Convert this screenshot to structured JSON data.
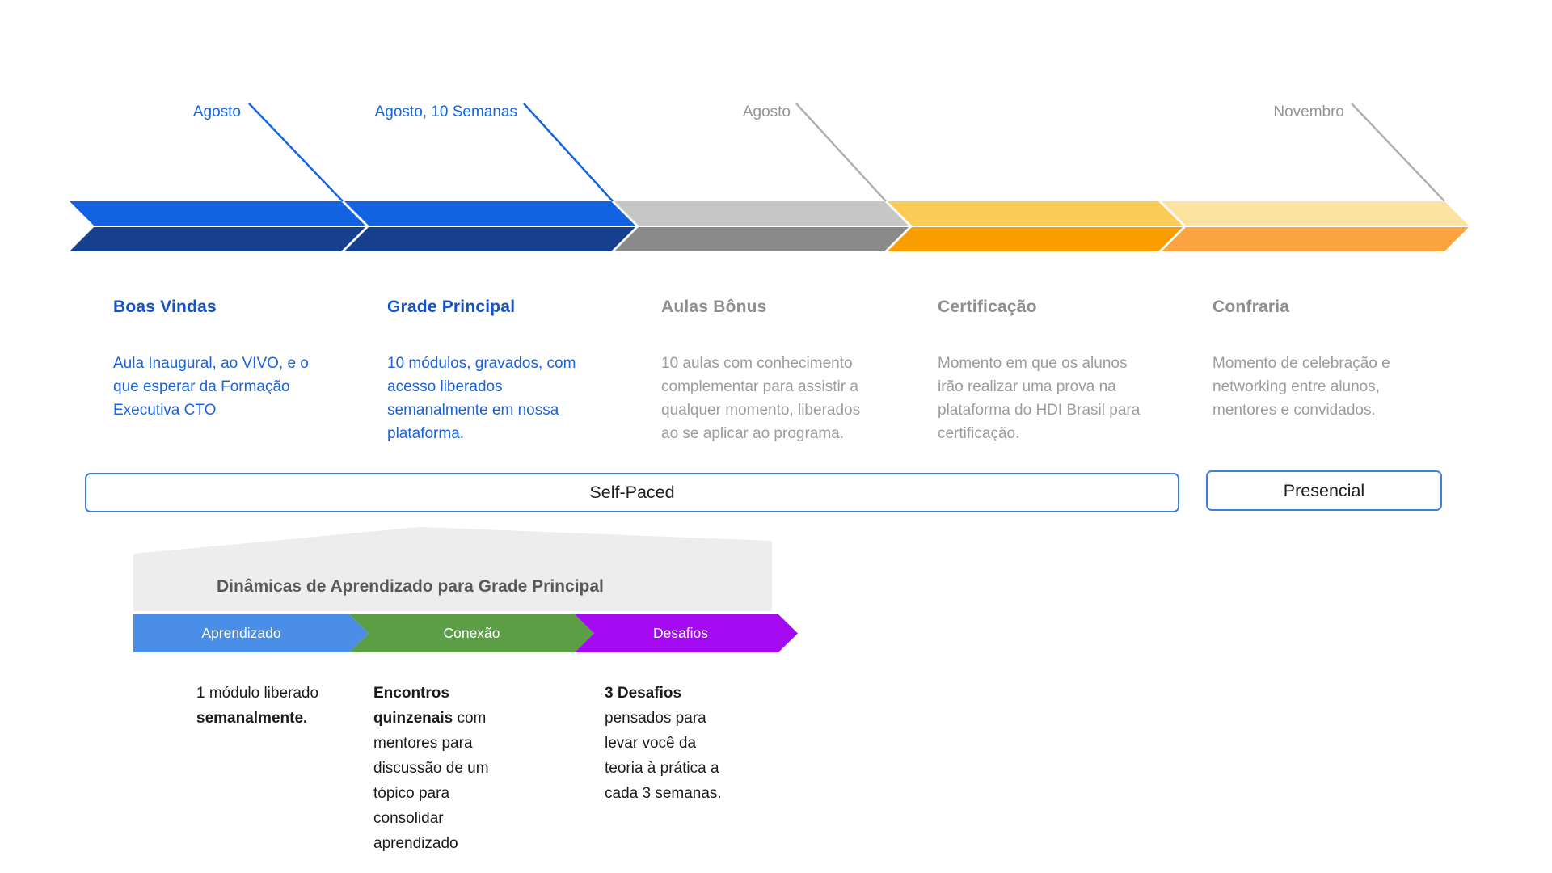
{
  "milestones": [
    {
      "label": "Agosto",
      "color": "#1565E0"
    },
    {
      "label": "Agosto, 10 Semanas",
      "color": "#1565E0"
    },
    {
      "label": "Agosto",
      "color": "#939393"
    },
    {
      "label": "Novembro",
      "color": "#939393"
    }
  ],
  "segments": [
    {
      "title": "Boas Vindas",
      "description": "Aula Inaugural, ao VIVO, e o\nque esperar da Formação\nExecutiva CTO",
      "top_color": "#1262E2",
      "bottom_color": "#163F8E"
    },
    {
      "title": "Grade Principal",
      "description": "10 módulos, gravados, com\nacesso liberados\nsemanalmente em nossa\nplataforma.",
      "top_color": "#1262E2",
      "bottom_color": "#163F8E"
    },
    {
      "title": "Aulas Bônus",
      "description": "10 aulas com conhecimento\ncomplementar para assistir a\nqualquer momento, liberados\nao se aplicar ao programa.",
      "top_color": "#C6C6C6",
      "bottom_color": "#8A8A8A"
    },
    {
      "title": "Certificação",
      "description": "Momento em que os alunos\nirão realizar uma prova na\nplataforma do HDI Brasil para\ncertificação.",
      "top_color": "#FBCB55",
      "bottom_color": "#F99D00"
    },
    {
      "title": "Confraria",
      "description": "Momento de celebração e\nnetworking entre alunos,\nmentores e convidados.",
      "top_color": "#FCE3A1",
      "bottom_color": "#F9A440"
    }
  ],
  "phases": {
    "self_paced_label": "Self-Paced",
    "presencial_label": "Presencial",
    "border_color": "#3E7DE8"
  },
  "dynamics": {
    "title": "Dinâmicas de Aprendizado para Grade Principal",
    "arrows": [
      {
        "label": "Aprendizado",
        "color": "#4A8EE8"
      },
      {
        "label": "Conexão",
        "color": "#5C9E45"
      },
      {
        "label": "Desafios",
        "color": "#A30AF2"
      }
    ],
    "items": [
      [
        {
          "text": "1 módulo liberado\n",
          "bold": false
        },
        {
          "text": "semanalmente.",
          "bold": true
        }
      ],
      [
        {
          "text": "Encontros\nquinzenais",
          "bold": true
        },
        {
          "text": " com\nmentores para\ndiscussão de um\ntópico para\nconsolidar\naprendizado",
          "bold": false
        }
      ],
      [
        {
          "text": "3 Desafios",
          "bold": true
        },
        {
          "text": "\npensados para\nlevar você da\nteoria à prática a\ncada 3 semanas.",
          "bold": false
        }
      ]
    ]
  }
}
